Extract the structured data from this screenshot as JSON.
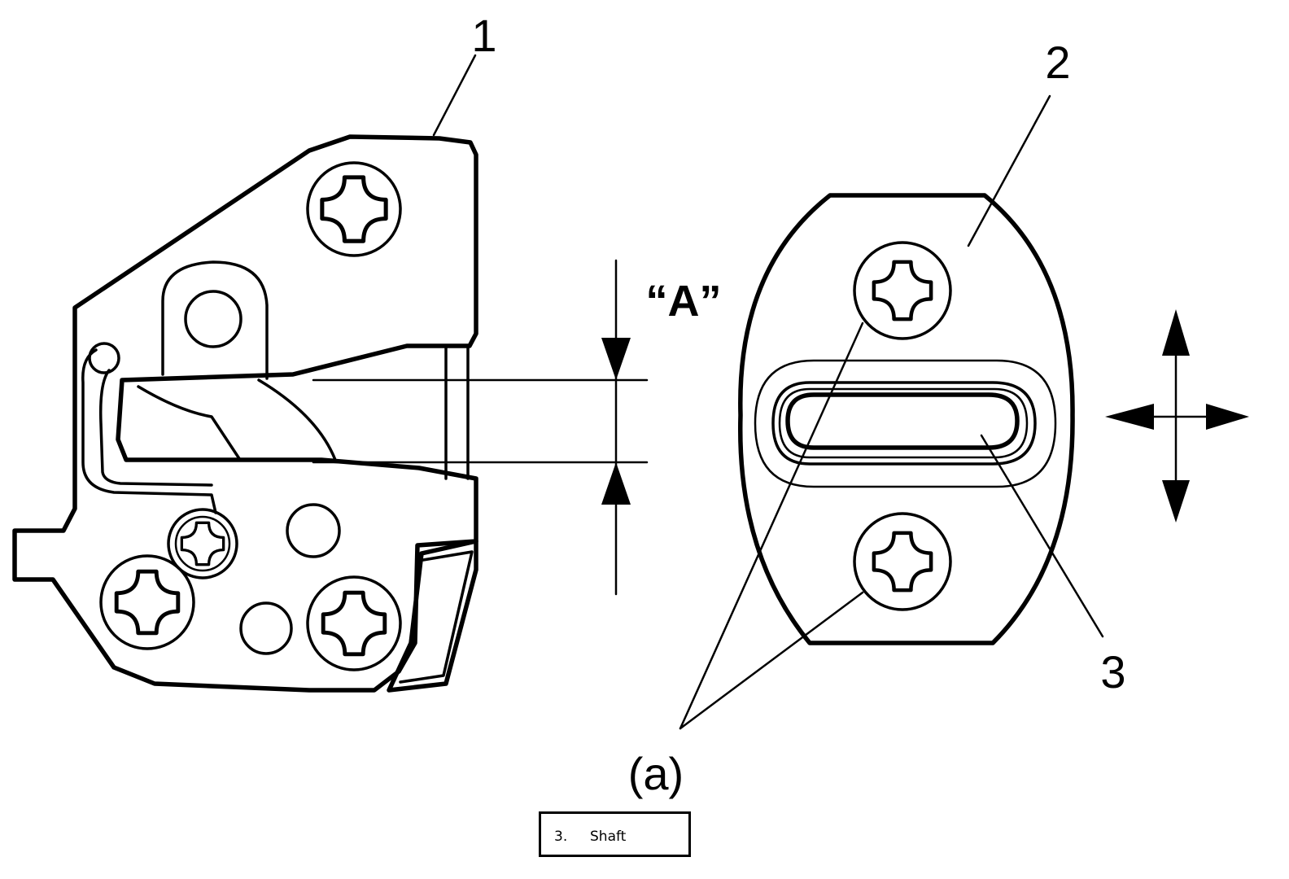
{
  "callouts": {
    "part1": "1",
    "part2": "2",
    "part3": "3",
    "dimension_A": "“A”",
    "label_a": "(a)"
  },
  "legend": {
    "number": "3.",
    "text": "Shaft"
  },
  "icons": {
    "screw": "phillips-screw-icon",
    "move_arrows": "four-way-arrow-icon"
  },
  "colors": {
    "line": "#000000",
    "background": "#ffffff"
  }
}
